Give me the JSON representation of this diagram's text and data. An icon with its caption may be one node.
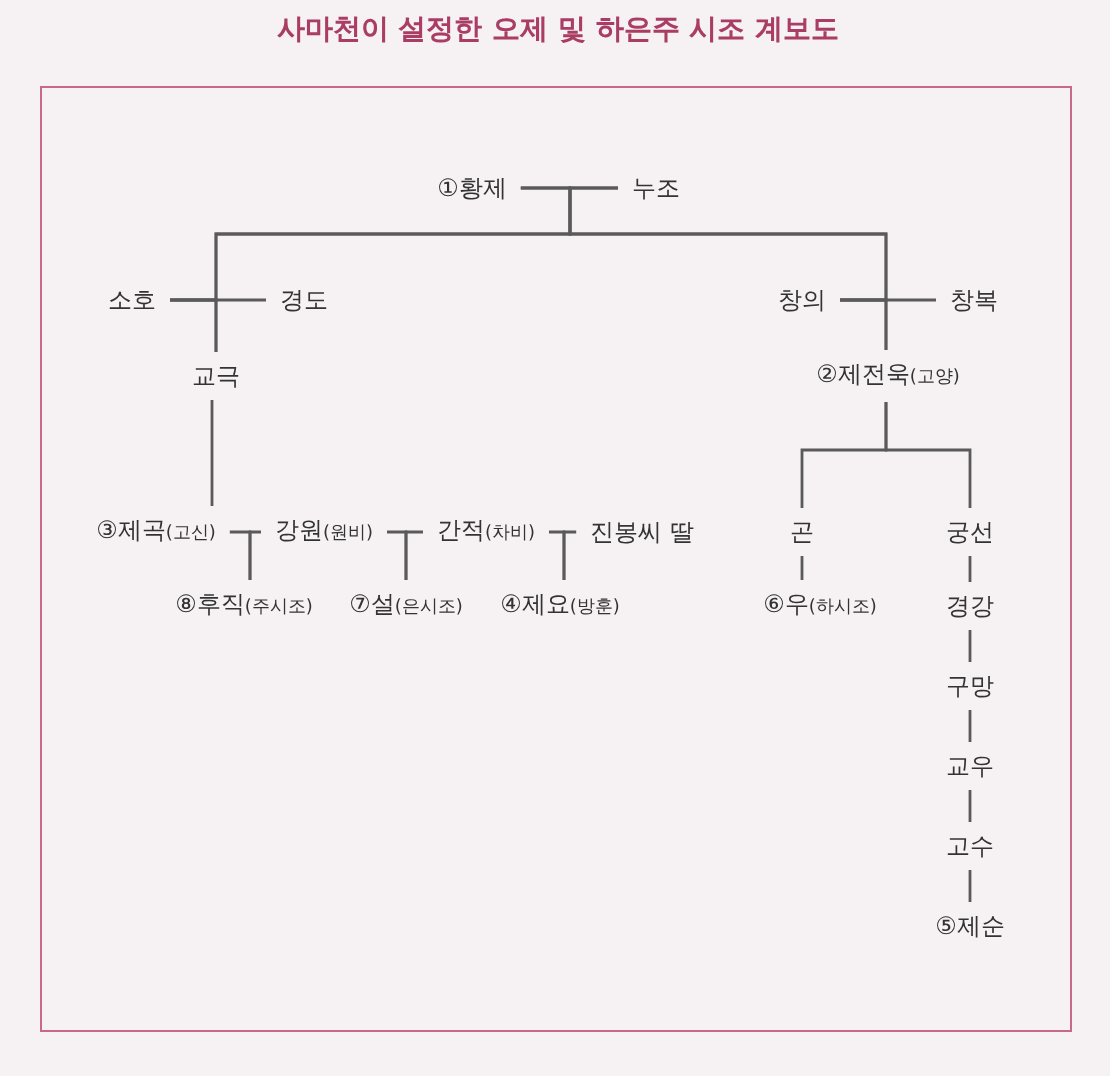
{
  "diagram": {
    "title": "사마천이 설정한 오제 및 하은주 시조 계보도",
    "nodes": [
      {
        "text": [
          "①황제"
        ]
      },
      {
        "text": [
          "누조"
        ]
      },
      {
        "text": [
          "소호"
        ]
      },
      {
        "text": [
          "경도"
        ]
      },
      {
        "text": [
          "창의"
        ]
      },
      {
        "text": [
          "창복"
        ]
      },
      {
        "text": [
          "교극"
        ]
      },
      {
        "text": [
          "②제전욱",
          "(고양)"
        ]
      },
      {
        "text": [
          "③제곡",
          "(고신)"
        ]
      },
      {
        "text": [
          "강원",
          "(원비)"
        ]
      },
      {
        "text": [
          "간적",
          "(차비)"
        ]
      },
      {
        "text": [
          "진봉씨 딸"
        ]
      },
      {
        "text": [
          "곤"
        ]
      },
      {
        "text": [
          "궁선"
        ]
      },
      {
        "text": [
          "⑧후직",
          "(주시조)"
        ]
      },
      {
        "text": [
          "⑦설",
          "(은시조)"
        ]
      },
      {
        "text": [
          "④제요",
          "(방훈)"
        ]
      },
      {
        "text": [
          "⑥우",
          "(하시조)"
        ]
      },
      {
        "text": [
          "경강"
        ]
      },
      {
        "text": [
          "구망"
        ]
      },
      {
        "text": [
          "교우"
        ]
      },
      {
        "text": [
          "고수"
        ]
      },
      {
        "text": [
          "⑤제순"
        ]
      }
    ],
    "edges": [
      {
        "from": 0,
        "to": 2,
        "arrow": "none"
      },
      {
        "from": 1,
        "to": 2,
        "arrow": "none"
      },
      {
        "from": 0,
        "to": 4,
        "arrow": "none"
      },
      {
        "from": 1,
        "to": 4,
        "arrow": "none"
      },
      {
        "from": 2,
        "to": 6,
        "arrow": "none"
      },
      {
        "from": 3,
        "to": 6,
        "arrow": "none"
      },
      {
        "from": 4,
        "to": 7,
        "arrow": "none"
      },
      {
        "from": 5,
        "to": 7,
        "arrow": "none"
      },
      {
        "from": 6,
        "to": 8,
        "arrow": "none"
      },
      {
        "from": 8,
        "to": 14,
        "arrow": "none"
      },
      {
        "from": 9,
        "to": 14,
        "arrow": "none"
      },
      {
        "from": 9,
        "to": 15,
        "arrow": "none"
      },
      {
        "from": 10,
        "to": 15,
        "arrow": "none"
      },
      {
        "from": 10,
        "to": 16,
        "arrow": "none"
      },
      {
        "from": 11,
        "to": 16,
        "arrow": "none"
      },
      {
        "from": 7,
        "to": 12,
        "arrow": "none"
      },
      {
        "from": 7,
        "to": 13,
        "arrow": "none"
      },
      {
        "from": 12,
        "to": 17,
        "arrow": "none"
      },
      {
        "from": 13,
        "to": 18,
        "arrow": "none"
      },
      {
        "from": 18,
        "to": 19,
        "arrow": "none"
      },
      {
        "from": 19,
        "to": 20,
        "arrow": "none"
      },
      {
        "from": 20,
        "to": 21,
        "arrow": "none"
      },
      {
        "from": 21,
        "to": 22,
        "arrow": "none"
      }
    ]
  }
}
